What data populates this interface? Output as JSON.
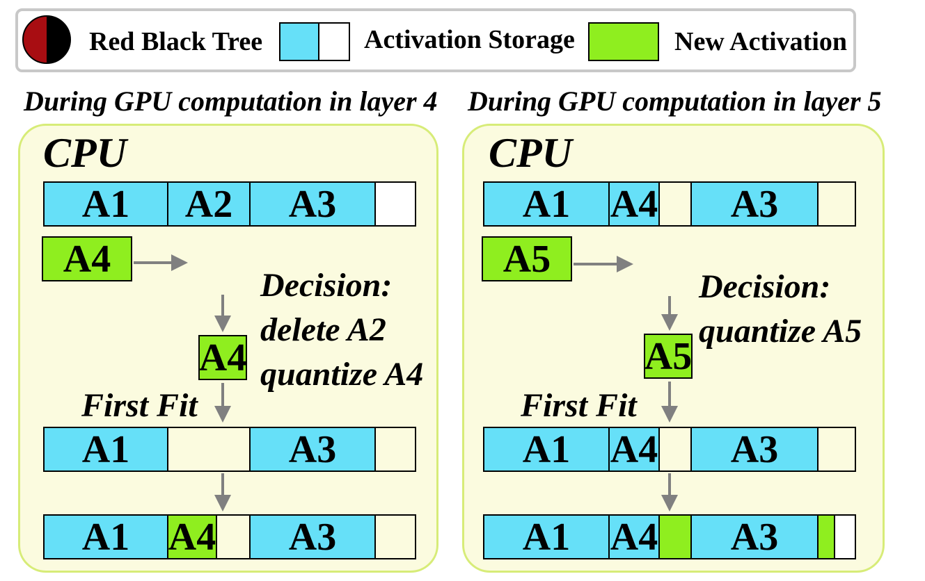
{
  "legend": {
    "rbt_label": "Red Black Tree",
    "storage_label": "Activation Storage",
    "new_label": "New Activation"
  },
  "colors": {
    "activation_storage": "#66e0f8",
    "new_activation": "#8fee1f",
    "panel_bg": "#fbfbdf",
    "panel_border": "#d7ec78",
    "rbt_red": "#a80d12",
    "rbt_black": "#000000",
    "arrow": "#808080"
  },
  "left": {
    "heading": "During GPU computation in layer 4",
    "cpu": "CPU",
    "row1": [
      "A1",
      "A2",
      "A3"
    ],
    "new": "A4",
    "decision_title": "Decision:",
    "decision_line1": "delete A2",
    "decision_line2": "quantize A4",
    "quantized": "A4",
    "first_fit": "First Fit",
    "row2": [
      "A1",
      "A3"
    ],
    "row3": [
      "A1",
      "A4",
      "A3"
    ]
  },
  "right": {
    "heading": "During GPU computation in layer 5",
    "cpu": "CPU",
    "row1": [
      "A1",
      "A4",
      "A3"
    ],
    "new": "A5",
    "decision_title": "Decision:",
    "decision_line1": "quantize A5",
    "quantized": "A5",
    "first_fit": "First Fit",
    "row2": [
      "A1",
      "A4",
      "A3"
    ],
    "row3": [
      "A1",
      "A4",
      "A3"
    ]
  }
}
